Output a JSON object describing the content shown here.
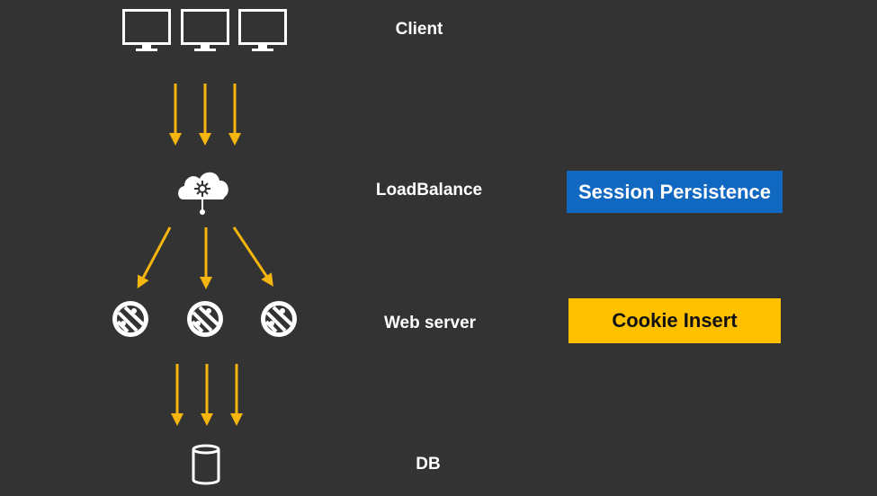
{
  "layers": {
    "client": "Client",
    "loadbalance": "LoadBalance",
    "webserver": "Web server",
    "db": "DB"
  },
  "badges": {
    "session_persistence": {
      "label": "Session Persistence",
      "bg": "#1168c0",
      "fg": "#ffffff"
    },
    "cookie_insert": {
      "label": "Cookie Insert",
      "bg": "#ffc000",
      "fg": "#111111"
    }
  },
  "colors": {
    "background": "#333333",
    "arrow": "#f5b50f",
    "icon": "#ffffff"
  },
  "icons": {
    "client": "monitor-icon",
    "loadbalance": "cloud-hub-icon",
    "webserver": "globe-server-icon",
    "db": "database-cylinder-icon"
  }
}
